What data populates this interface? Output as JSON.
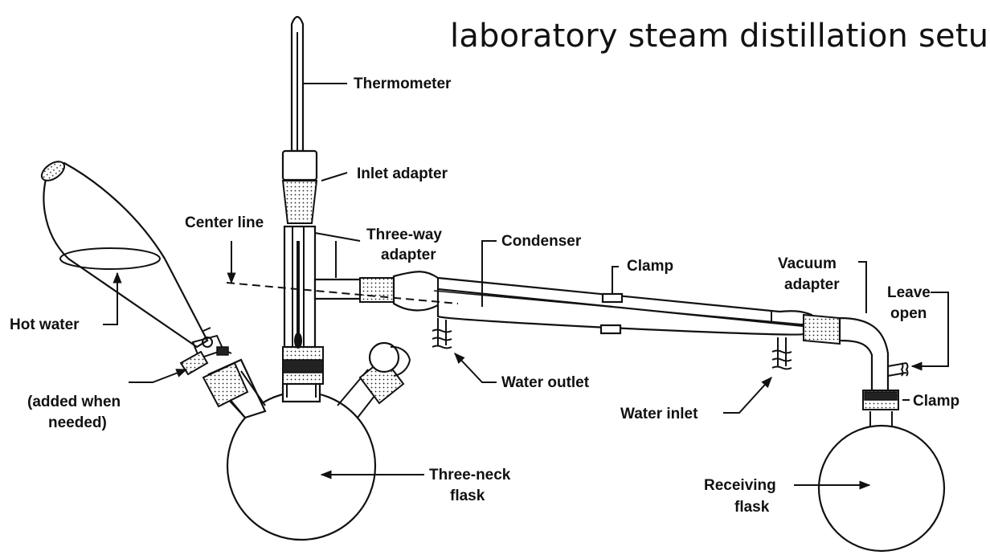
{
  "title": "laboratory steam distillation setup",
  "labels": {
    "thermometer": "Thermometer",
    "inlet_adapter": "Inlet adapter",
    "center_line": "Center line",
    "three_way_1": "Three-way",
    "three_way_2": "adapter",
    "condenser": "Condenser",
    "clamp_top": "Clamp",
    "vacuum_1": "Vacuum",
    "vacuum_2": "adapter",
    "leave_1": "Leave",
    "leave_2": "open",
    "hot_water": "Hot water",
    "added_1": "(added when",
    "added_2": "needed)",
    "water_outlet": "Water outlet",
    "water_inlet": "Water inlet",
    "clamp_bottom": "Clamp",
    "three_neck_1": "Three-neck",
    "three_neck_2": "flask",
    "receiving_1": "Receiving",
    "receiving_2": "flask"
  }
}
